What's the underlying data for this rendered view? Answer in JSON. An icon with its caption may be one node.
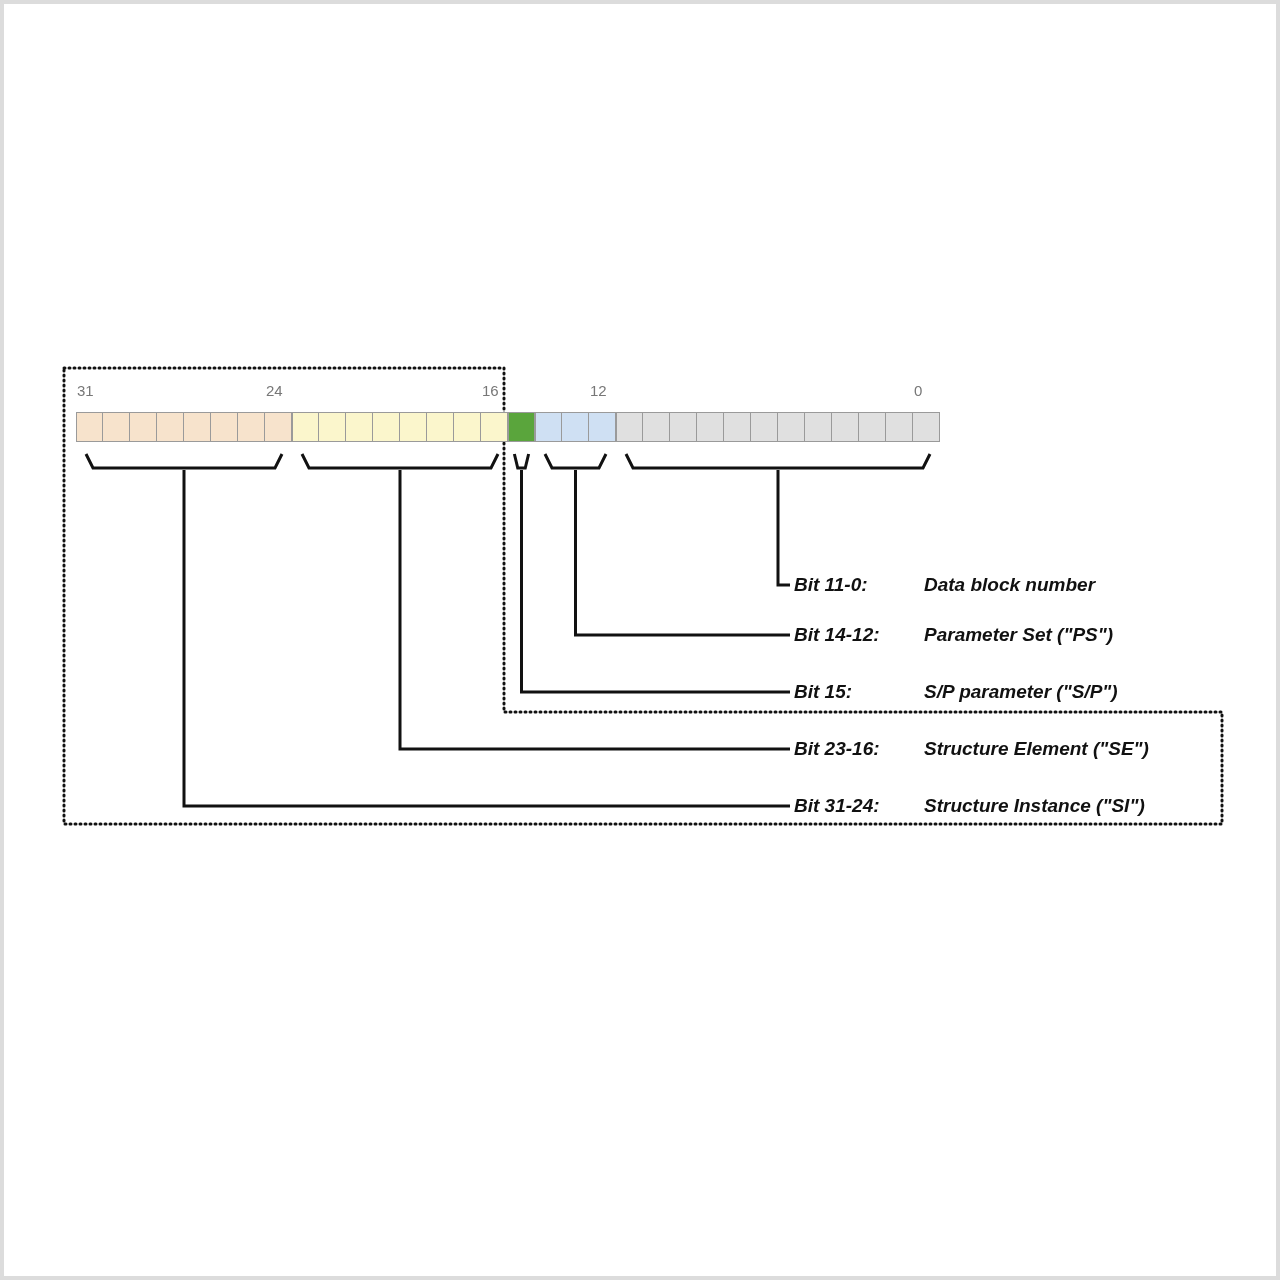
{
  "diagram": {
    "nodes": [
      {
        "text": [],
        "shape": "bar"
      },
      {
        "text": [],
        "shape": "bar"
      },
      {
        "text": [],
        "shape": "bar"
      },
      {
        "text": [],
        "shape": "bar"
      },
      {
        "text": [],
        "shape": "bar"
      },
      {
        "text": [
          "Bit 11-0:",
          "Data block number"
        ]
      },
      {
        "text": [
          "Bit 14-12:",
          "Parameter Set (\"PS\")"
        ]
      },
      {
        "text": [
          "Bit 15:",
          "S/P parameter (\"S/P\")"
        ]
      },
      {
        "text": [
          "Bit 23-16:",
          "Structure Element (\"SE\")"
        ]
      },
      {
        "text": [
          "Bit 31-24:",
          "Structure Instance (\"SI\")"
        ]
      }
    ],
    "edges": [
      {
        "from": 5,
        "to": 4,
        "arrow": "none"
      },
      {
        "from": 6,
        "to": 3,
        "arrow": "none"
      },
      {
        "from": 7,
        "to": 2,
        "arrow": "none"
      },
      {
        "from": 8,
        "to": 1,
        "arrow": "none"
      },
      {
        "from": 9,
        "to": 0,
        "arrow": "none"
      }
    ],
    "labels": [
      "31",
      "24",
      "16",
      "12",
      "0"
    ]
  }
}
